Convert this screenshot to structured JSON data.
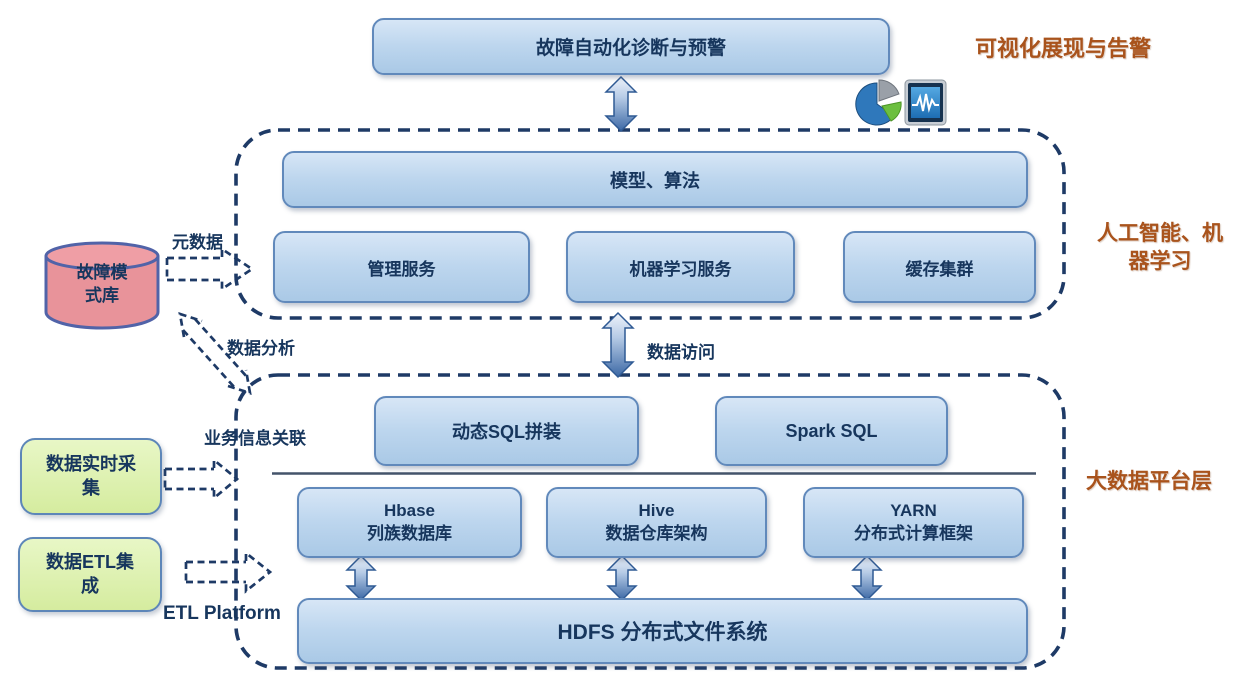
{
  "layer_labels": {
    "visualization": "可视化展现与告警",
    "ai_ml": "人工智能、机\n器学习",
    "bigdata": "大数据平台层"
  },
  "nodes": {
    "diagnosis": "故障自动化诊断与预警",
    "model_algorithm": "模型、算法",
    "management_service": "管理服务",
    "ml_service": "机器学习服务",
    "cache_cluster": "缓存集群",
    "fault_pattern_db": "故障模\n式库",
    "dynamic_sql": "动态SQL拼装",
    "spark_sql": "Spark SQL",
    "hbase": "Hbase\n列族数据库",
    "hive": "Hive\n数据仓库架构",
    "yarn": "YARN\n分布式计算框架",
    "hdfs": "HDFS 分布式文件系统",
    "realtime_collection": "数据实时采\n集",
    "etl_integration": "数据ETL集\n成"
  },
  "edge_labels": {
    "metadata": "元数据",
    "data_analysis": "数据分析",
    "data_access": "数据访问",
    "business_info_link": "业务信息关联",
    "etl_platform": "ETL Platform"
  },
  "icons": {
    "pie_chart": "pie-chart-icon",
    "monitor": "monitor-waveform-icon"
  },
  "colors": {
    "node_fill": "#bdd6ee",
    "node_border": "#6189bb",
    "container_dash": "#1e3a66",
    "text_navy": "#17365d",
    "layer_label_brown": "#a9531c",
    "cylinder_fill": "#e8939a",
    "cylinder_border": "#5163a8",
    "green_fill": "#d9efa6",
    "arrow_steel_blue": "#3c68a5",
    "divider": "#44546a"
  }
}
